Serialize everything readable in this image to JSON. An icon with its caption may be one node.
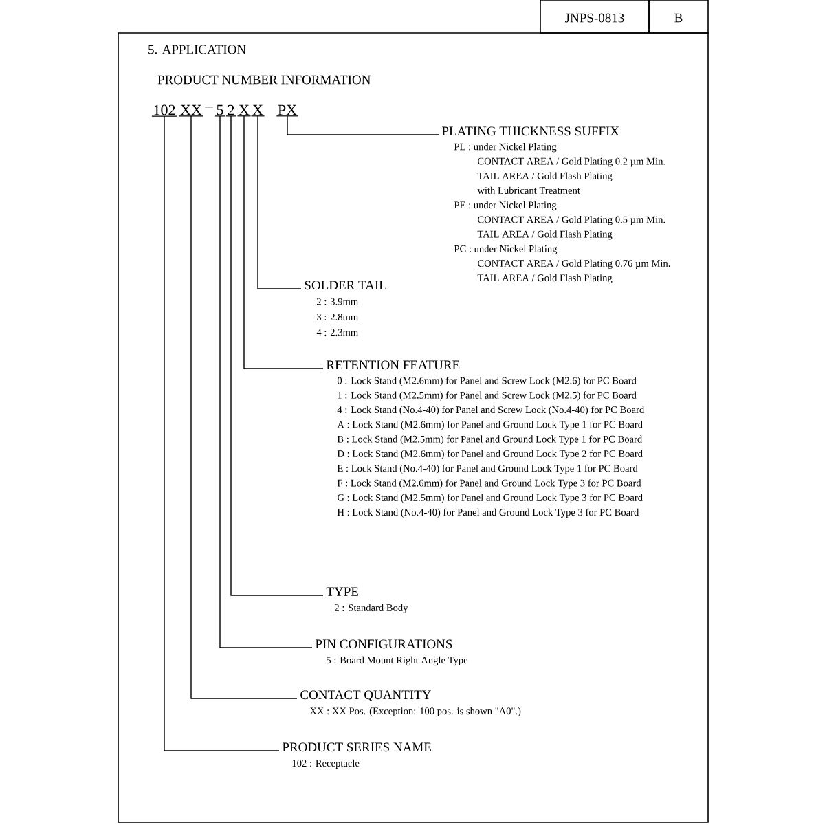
{
  "diagram": {
    "nodes": [
      {
        "text": [
          "102"
        ]
      },
      {
        "text": [
          "XX"
        ]
      },
      {
        "text": [
          "5"
        ]
      },
      {
        "text": [
          "2"
        ]
      },
      {
        "text": [
          "X"
        ]
      },
      {
        "text": [
          "X"
        ]
      },
      {
        "text": [
          "PX"
        ]
      },
      {
        "text": [
          "PLATING THICKNESS SUFFIX",
          "PL : under Nickel Plating",
          "CONTACT AREA / Gold Plating 0.2 µm Min.",
          "TAIL AREA / Gold Flash Plating",
          "with Lubricant Treatment",
          "PE : under Nickel Plating",
          "CONTACT AREA / Gold Plating 0.5 µm Min.",
          "TAIL AREA / Gold Flash Plating",
          "PC : under Nickel Plating",
          "CONTACT AREA / Gold Plating 0.76 µm Min.",
          "TAIL AREA / Gold Flash Plating"
        ]
      },
      {
        "text": [
          "SOLDER TAIL",
          "2 : 3.9mm",
          "3 : 2.8mm",
          "4 : 2.3mm"
        ]
      },
      {
        "text": [
          "RETENTION FEATURE",
          "0 : Lock Stand (M2.6mm) for Panel and Screw Lock (M2.6) for PC Board",
          "1 : Lock Stand (M2.5mm) for Panel and Screw Lock (M2.5) for PC Board",
          "4 : Lock Stand (No.4-40) for Panel and Screw Lock (No.4-40) for PC Board",
          "A : Lock Stand (M2.6mm) for Panel and Ground Lock Type 1 for PC Board",
          "B : Lock Stand (M2.5mm) for Panel and Ground Lock Type 1 for PC Board",
          "D : Lock Stand (M2.6mm) for Panel and Ground Lock Type 2 for PC Board",
          "E : Lock Stand (No.4-40) for Panel and Ground Lock Type 1 for PC Board",
          "F : Lock Stand (M2.6mm) for Panel and Ground Lock Type 3 for PC Board",
          "G : Lock Stand (M2.5mm) for Panel and Ground Lock Type 3 for PC Board",
          "H : Lock Stand (No.4-40) for Panel and Ground Lock Type 3 for PC Board"
        ]
      },
      {
        "text": [
          "TYPE",
          "2 : Standard Body"
        ]
      },
      {
        "text": [
          "PIN CONFIGURATIONS",
          "5 : Board Mount Right Angle Type"
        ]
      },
      {
        "text": [
          "CONTACT QUANTITY",
          "XX : XX Pos. (Exception: 100 pos. is shown \"A0\".)"
        ]
      },
      {
        "text": [
          "PRODUCT SERIES NAME",
          "102 : Receptacle"
        ]
      }
    ],
    "edges": [
      {
        "from": 6,
        "to": 7,
        "arrow": "none"
      },
      {
        "from": 5,
        "to": 8,
        "arrow": "none"
      },
      {
        "from": 4,
        "to": 9,
        "arrow": "none"
      },
      {
        "from": 3,
        "to": 10,
        "arrow": "none"
      },
      {
        "from": 2,
        "to": 11,
        "arrow": "none"
      },
      {
        "from": 1,
        "to": 12,
        "arrow": "none"
      },
      {
        "from": 0,
        "to": 13,
        "arrow": "none"
      }
    ],
    "labels": [
      "JNPS-0813",
      "B",
      "5. APPLICATION",
      "PRODUCT NUMBER INFORMATION",
      "–"
    ]
  }
}
